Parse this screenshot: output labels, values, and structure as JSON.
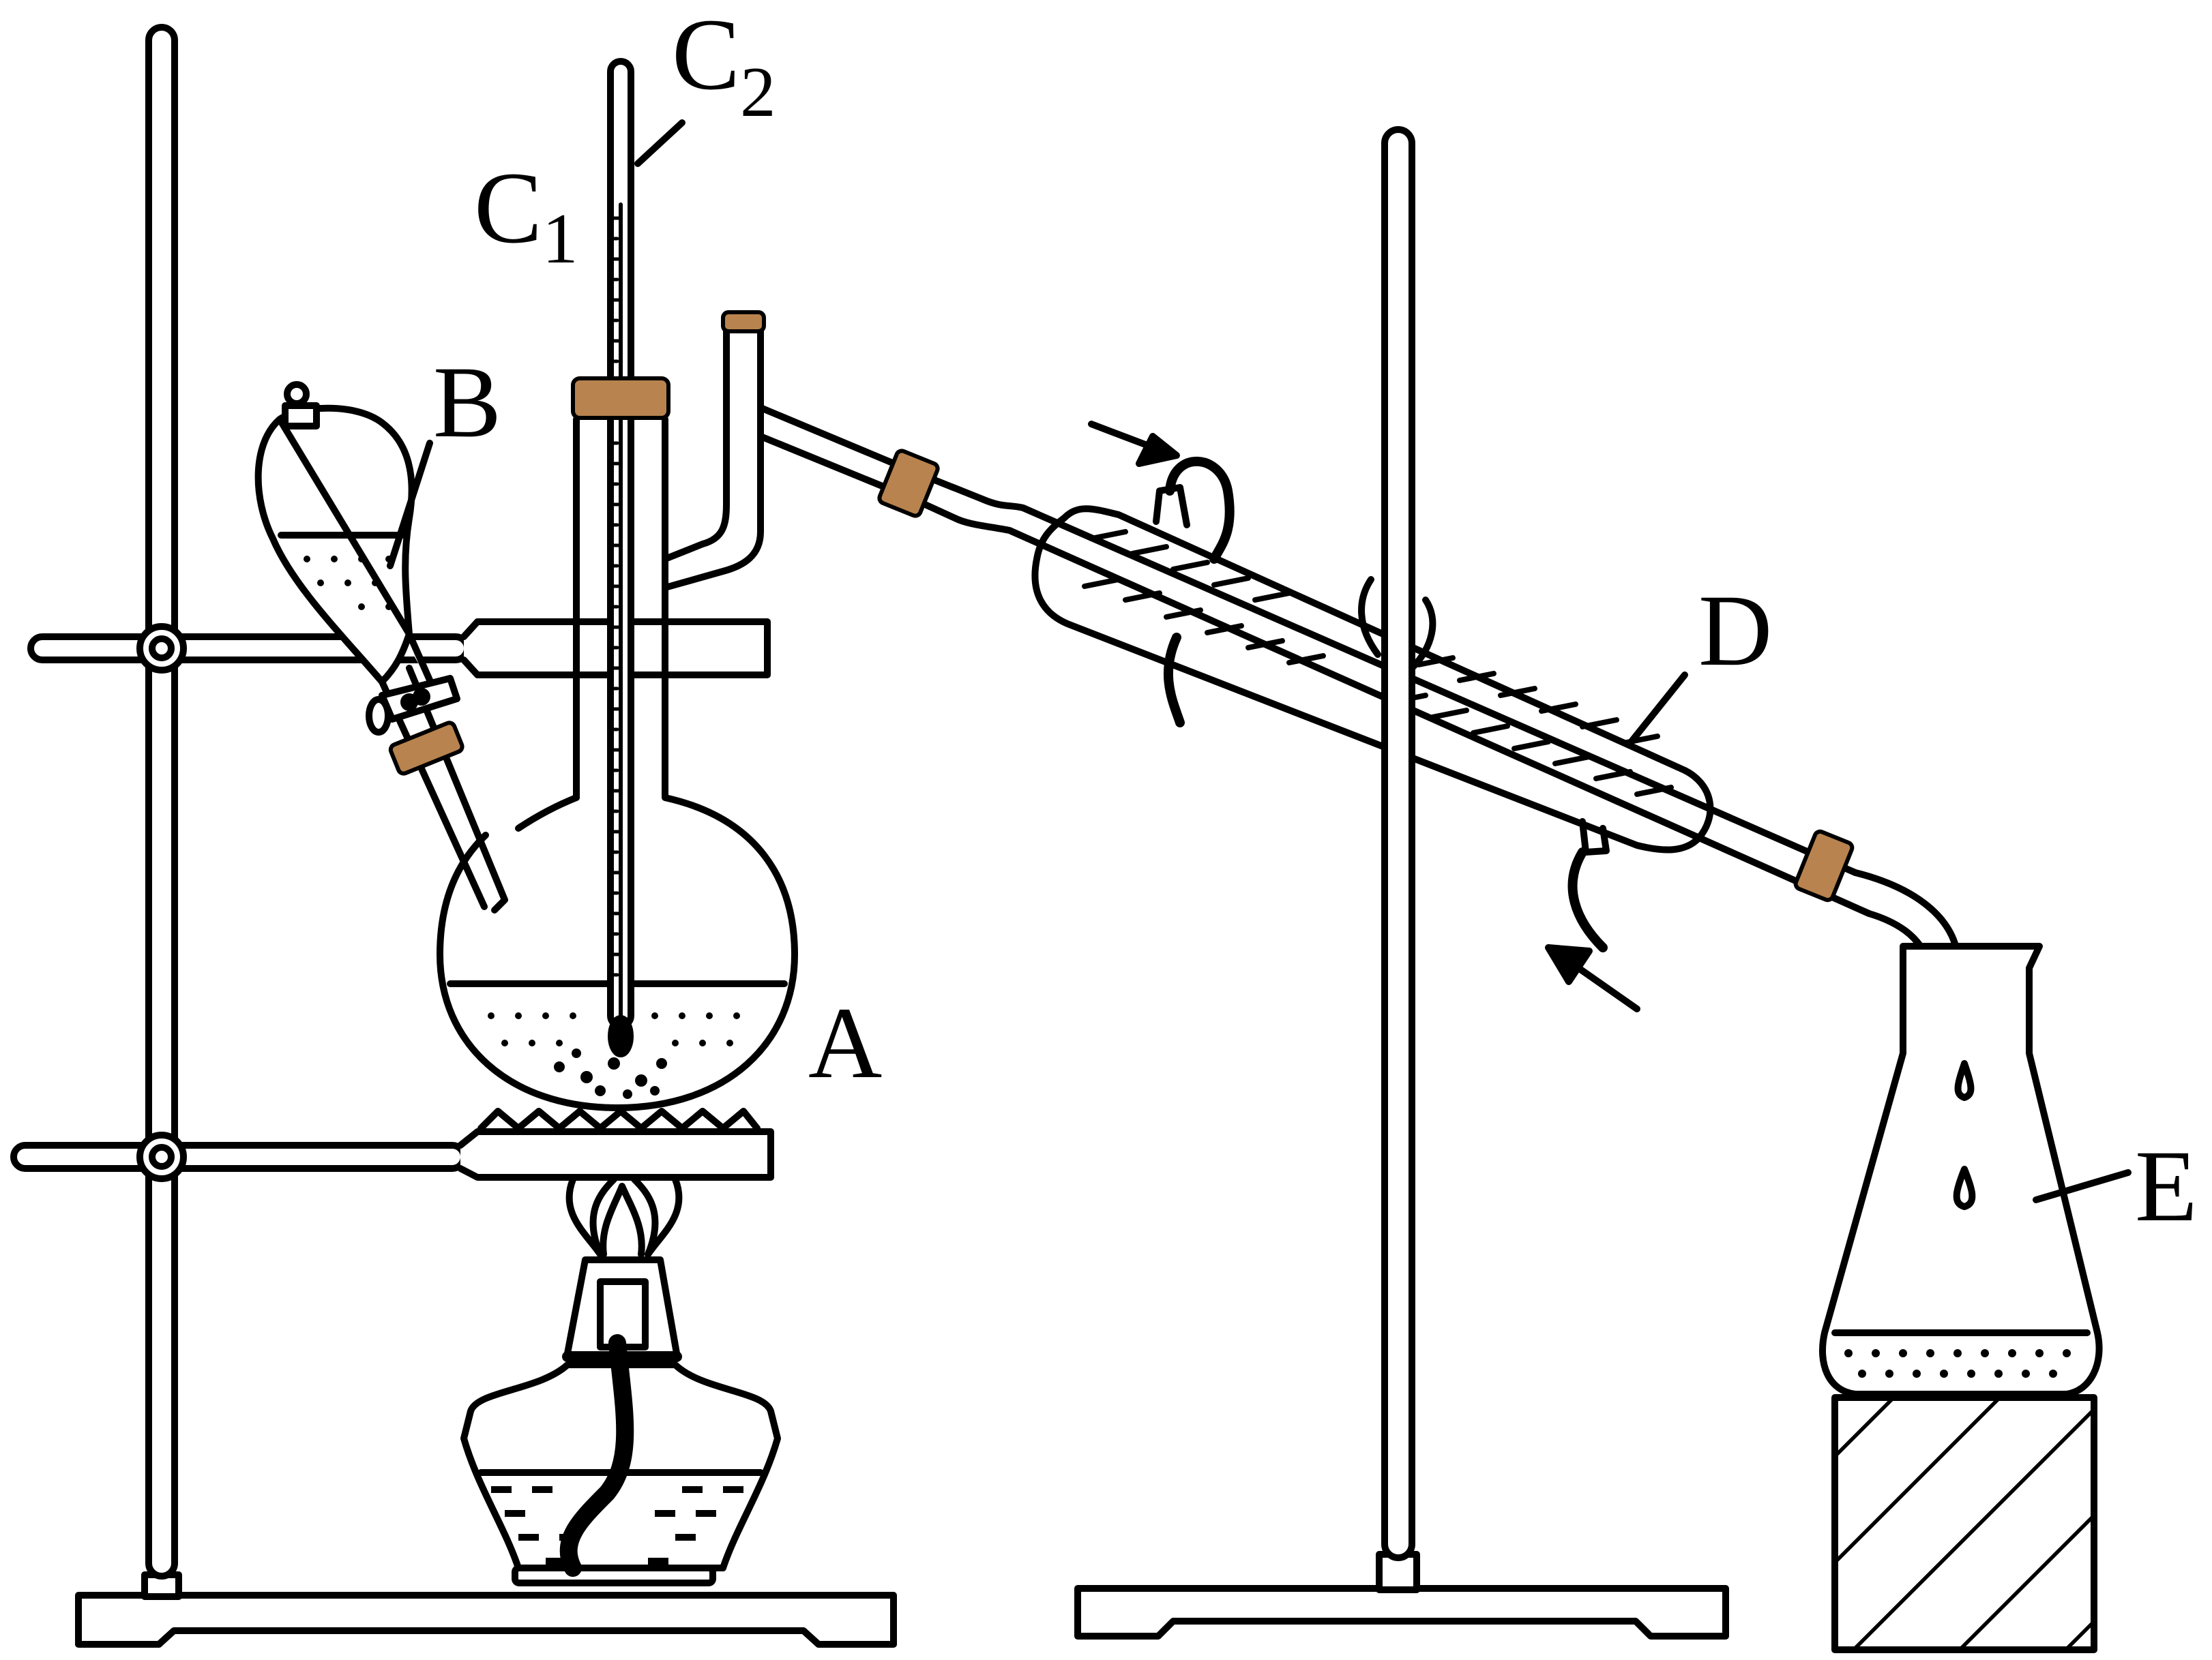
{
  "labels": {
    "A": "A",
    "B": "B",
    "C1_main": "C",
    "C1_sub": "1",
    "C2_main": "C",
    "C2_sub": "2",
    "D": "D",
    "E": "E"
  },
  "colors": {
    "line": "#000000",
    "stopper": "#b8834e",
    "background": "#ffffff"
  }
}
